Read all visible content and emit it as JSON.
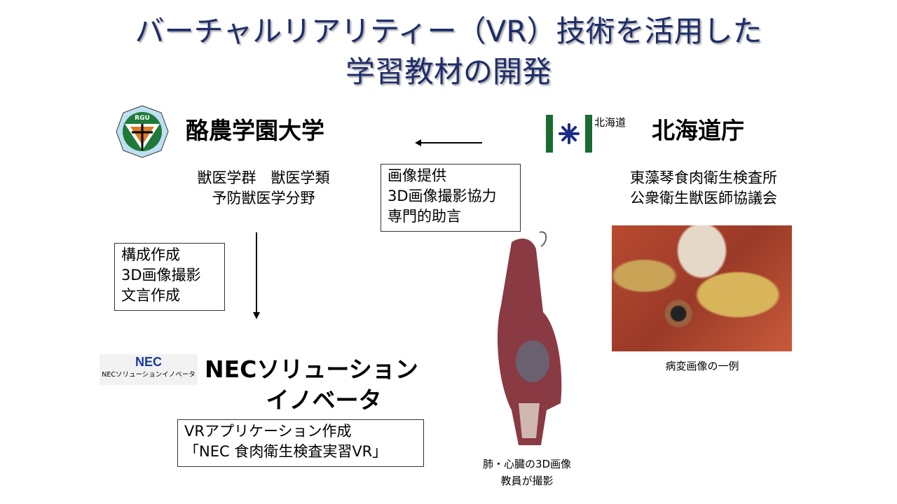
{
  "title": {
    "line1": "バーチャルリアリティー（VR）技術を活用した",
    "line2": "学習教材の開発"
  },
  "rakuno": {
    "name": "酪農学園大学",
    "logo_text": "RGU",
    "dept_line1": "獣医学群　獣医学類",
    "dept_line2": "予防獣医学分野",
    "tasks": [
      "構成作成",
      "3D画像撮影",
      "文言作成"
    ]
  },
  "hokkaido": {
    "logo_label": "北海道",
    "name": "北海道庁",
    "org_line1": "東藻琴食肉衛生検査所",
    "org_line2": "公衆衛生獣医師協議会",
    "contributions": [
      "画像提供",
      "3D画像撮影協力",
      "専門的助言"
    ],
    "photo_caption": "病変画像の一例"
  },
  "nec": {
    "logo_text": "NEC",
    "logo_sub": "NECソリューションイノベータ",
    "name_line1": "NECソリューション",
    "name_line2": "イノベータ",
    "work_line1": "VRアプリケーション作成",
    "work_line2": "「NEC 食肉衛生検査実習VR」"
  },
  "organ": {
    "caption_line1": "肺・心臓の3D画像",
    "caption_line2": "教員が撮影"
  },
  "colors": {
    "title": "#1f2d6b",
    "hokkaido_green": "#1a6b32",
    "nec_blue": "#1a3a9a"
  }
}
